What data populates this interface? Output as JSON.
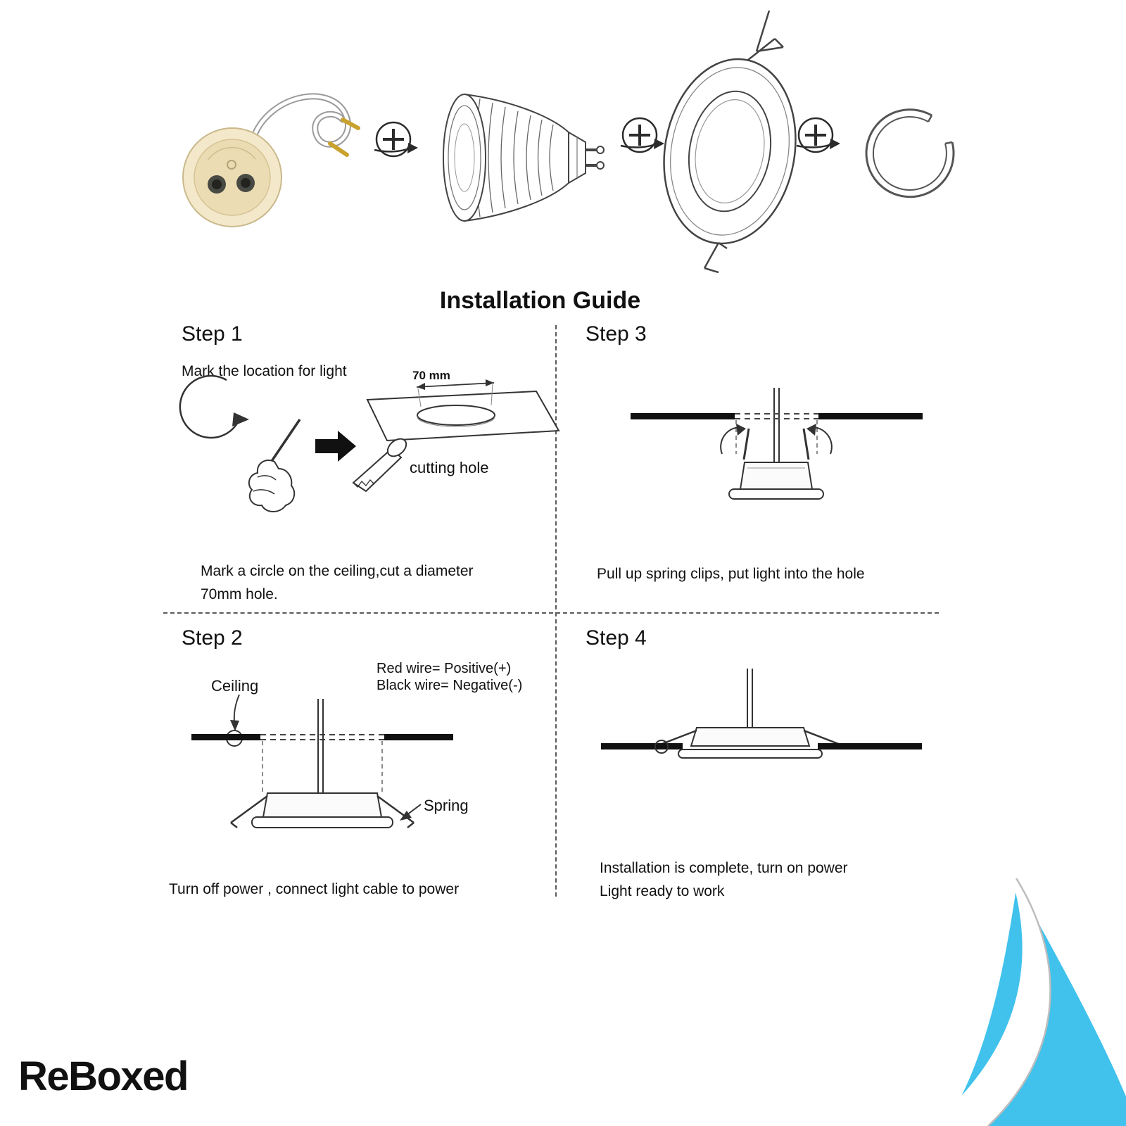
{
  "page": {
    "title": "Installation Guide"
  },
  "parts_row": {
    "items": [
      "gu10-lamp-holder-with-cable",
      "plus",
      "gu10-led-spotlight-bulb",
      "plus",
      "recessed-downlight-fixture",
      "plus",
      "spring-retaining-ring"
    ]
  },
  "steps": {
    "step1": {
      "title": "Step 1",
      "lead": "Mark the location for light",
      "dimension": "70 mm",
      "cutting_label": "cutting hole",
      "caption_line1": "Mark a circle on the ceiling,cut a diameter",
      "caption_line2": "70mm hole."
    },
    "step2": {
      "title": "Step 2",
      "ceiling_label": "Ceiling",
      "wire_note_line1": "Red wire= Positive(+)",
      "wire_note_line2": "Black wire= Negative(-)",
      "spring_label": "Spring",
      "caption": "Turn off power , connect light cable to power"
    },
    "step3": {
      "title": "Step 3",
      "caption": "Pull up spring clips, put light into the hole"
    },
    "step4": {
      "title": "Step 4",
      "caption_line1": "Installation is complete, turn on power",
      "caption_line2": "Light ready to work"
    }
  },
  "footer": {
    "brand": "ReBoxed"
  },
  "colors": {
    "accent_cyan": "#40c2ec",
    "ink": "#1a1a1a"
  }
}
